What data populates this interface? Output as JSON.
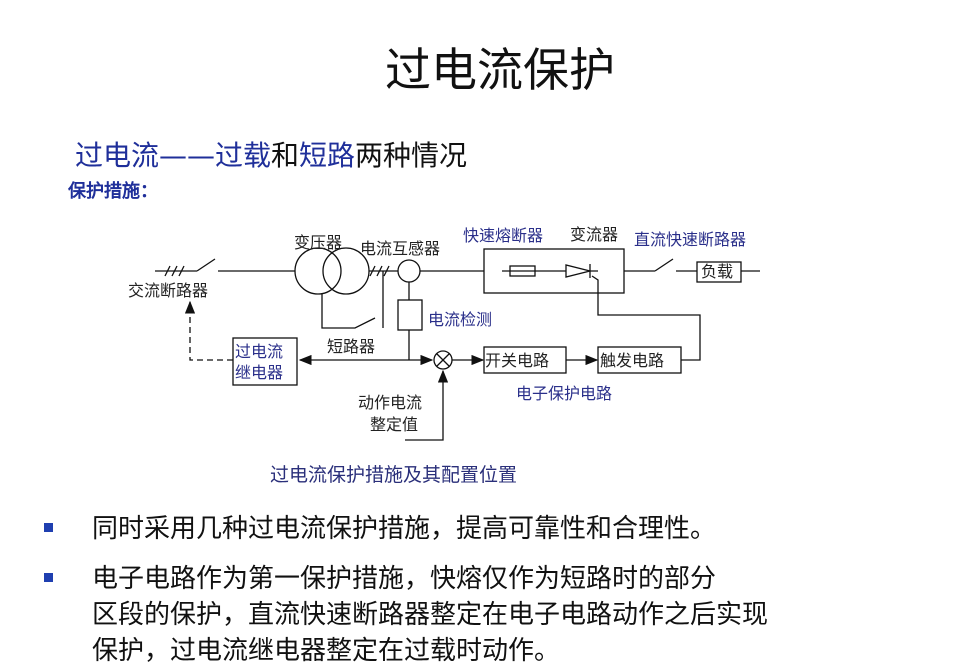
{
  "title": "过电流保护",
  "subtitle": {
    "p1": "过电流——过载",
    "p2": "和",
    "p3": "短路",
    "p4": "两种情况"
  },
  "measures_label": "保护措施：",
  "diagram": {
    "ac_breaker": "交流断路器",
    "transformer": "变压器",
    "ct": "电流互感器",
    "fuse": "快速熔断器",
    "converter": "变流器",
    "dc_breaker": "直流快速断路器",
    "load": "负载",
    "current_detect": "电流检测",
    "short_circuiter": "短路器",
    "relay_l1": "过电流",
    "relay_l2": "继电器",
    "switch_circuit": "开关电路",
    "trigger_circuit": "触发电路",
    "electronic_protection": "电子保护电路",
    "setting_l1": "动作电流",
    "setting_l2": "整定值"
  },
  "caption": "过电流保护措施及其配置位置",
  "bullets": [
    {
      "lines": [
        "同时采用几种过电流保护措施，提高可靠性和合理性。"
      ]
    },
    {
      "lines": [
        "电子电路作为第一保护措施，快熔仅作为短路时的部分",
        "区段的保护，直流快速断路器整定在电子电路动作之后实现",
        "保护，过电流继电器整定在过载时动作。"
      ]
    }
  ],
  "colors": {
    "accent": "#1f2f9a",
    "bullet": "#1f3fb0"
  }
}
